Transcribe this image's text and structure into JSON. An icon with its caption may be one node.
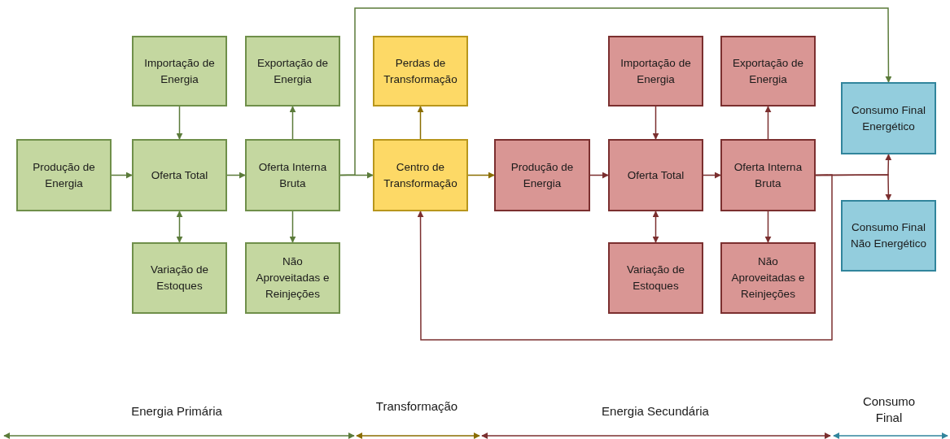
{
  "diagram": {
    "nodes": [
      {
        "text": [
          "Produção de Energia"
        ]
      },
      {
        "text": [
          "Importação de Energia"
        ]
      },
      {
        "text": [
          "Oferta Total"
        ]
      },
      {
        "text": [
          "Variação de Estoques"
        ]
      },
      {
        "text": [
          "Exportação de Energia"
        ]
      },
      {
        "text": [
          "Oferta Interna Bruta"
        ]
      },
      {
        "text": [
          "Não Aproveitadas e Reinjeções"
        ]
      },
      {
        "text": [
          "Perdas de Transformação"
        ]
      },
      {
        "text": [
          "Centro de Transformação"
        ]
      },
      {
        "text": [
          "Produção de Energia"
        ]
      },
      {
        "text": [
          "Importação de Energia"
        ]
      },
      {
        "text": [
          "Oferta Total"
        ]
      },
      {
        "text": [
          "Variação de Estoques"
        ]
      },
      {
        "text": [
          "Exportação de Energia"
        ]
      },
      {
        "text": [
          "Oferta Interna Bruta"
        ]
      },
      {
        "text": [
          "Não Aproveitadas e Reinjeções"
        ]
      },
      {
        "text": [
          "Consumo Final Energético"
        ]
      },
      {
        "text": [
          "Consumo Final Não Energético"
        ]
      }
    ],
    "edges": [
      {
        "from": 0,
        "to": 2,
        "arrow": "to",
        "color": "#5b7b3a"
      },
      {
        "from": 1,
        "to": 2,
        "arrow": "to",
        "color": "#5b7b3a"
      },
      {
        "from": 2,
        "to": 3,
        "arrow": "both",
        "color": "#5b7b3a"
      },
      {
        "from": 2,
        "to": 5,
        "arrow": "to",
        "color": "#5b7b3a"
      },
      {
        "from": 5,
        "to": 4,
        "arrow": "to",
        "color": "#5b7b3a"
      },
      {
        "from": 5,
        "to": 6,
        "arrow": "to",
        "color": "#5b7b3a"
      },
      {
        "from": 5,
        "to": 8,
        "arrow": "to",
        "color": "#5b7b3a"
      },
      {
        "from": 5,
        "to": 16,
        "arrow": "to",
        "color": "#5b7b3a"
      },
      {
        "from": 8,
        "to": 7,
        "arrow": "to",
        "color": "#8a6d00"
      },
      {
        "from": 8,
        "to": 9,
        "arrow": "to",
        "color": "#8a6d00"
      },
      {
        "from": 9,
        "to": 11,
        "arrow": "to"
      },
      {
        "from": 10,
        "to": 11,
        "arrow": "to"
      },
      {
        "from": 11,
        "to": 12,
        "arrow": "both"
      },
      {
        "from": 11,
        "to": 14,
        "arrow": "to"
      },
      {
        "from": 14,
        "to": 13,
        "arrow": "to"
      },
      {
        "from": 14,
        "to": 15,
        "arrow": "to"
      },
      {
        "from": 14,
        "to": 16,
        "arrow": "to"
      },
      {
        "from": 14,
        "to": 17,
        "arrow": "to"
      },
      {
        "from": 14,
        "to": 8,
        "arrow": "to"
      }
    ],
    "labels": [
      "Energia Primária",
      "Transformação",
      "Energia Secundária",
      "Consumo Final"
    ]
  }
}
